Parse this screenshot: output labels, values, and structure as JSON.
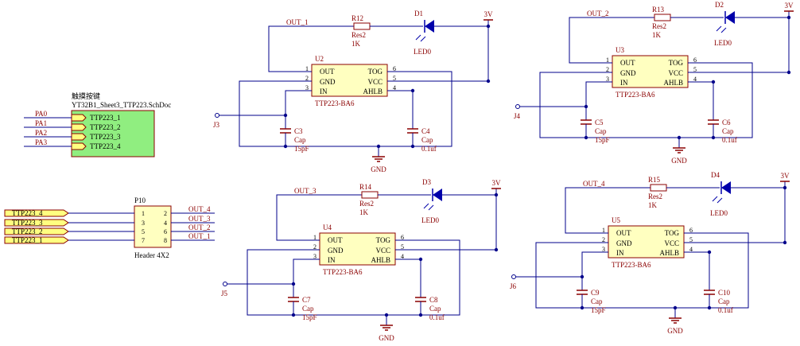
{
  "colors": {
    "wire": "#00008b",
    "component": "#8b0000",
    "label": "#8b0000",
    "chip_fill": "#ffffc0",
    "sheet_fill": "#90ee80",
    "port_fill": "#ffff80",
    "led_fill": "#0000aa",
    "gnd": "#8b0000"
  },
  "power_label": "3V",
  "gnd_label": "GND",
  "chip_part": "TTP223-BA6",
  "pin_names": {
    "out": "OUT",
    "gnd": "GND",
    "in": "IN",
    "tog": "TOG",
    "vcc": "VCC",
    "ahlb": "AHLB"
  },
  "pin_numbers": {
    "p1": "1",
    "p2": "2",
    "p3": "3",
    "p4": "4",
    "p5": "5",
    "p6": "6"
  },
  "blocks": [
    {
      "chip": "U2",
      "out_net": "OUT_1",
      "res": "R12",
      "res_type": "Res2",
      "res_val": "1K",
      "led": "D1",
      "led_type": "LED0",
      "cap_in": "C3",
      "cap_in_val": "15pF",
      "cap_pwr": "C4",
      "cap_pwr_val": "0.1uf",
      "cap_type": "Cap",
      "port": "J3",
      "gnd": true
    },
    {
      "chip": "U3",
      "out_net": "OUT_2",
      "res": "R13",
      "res_type": "Res2",
      "res_val": "1K",
      "led": "D2",
      "led_type": "LED0",
      "cap_in": "C5",
      "cap_in_val": "15pF",
      "cap_pwr": "C6",
      "cap_pwr_val": "0.1uf",
      "cap_type": "Cap",
      "port": "J4",
      "gnd": true
    },
    {
      "chip": "U4",
      "out_net": "OUT_3",
      "res": "R14",
      "res_type": "Res2",
      "res_val": "1K",
      "led": "D3",
      "led_type": "LED0",
      "cap_in": "C7",
      "cap_in_val": "15pF",
      "cap_pwr": "C8",
      "cap_pwr_val": "0.1uf",
      "cap_type": "Cap",
      "port": "J5",
      "gnd": true
    },
    {
      "chip": "U5",
      "out_net": "OUT_4",
      "res": "R15",
      "res_type": "Res2",
      "res_val": "1K",
      "led": "D4",
      "led_type": "LED0",
      "cap_in": "C9",
      "cap_in_val": "15pF",
      "cap_pwr": "C10",
      "cap_pwr_val": "0.1uf",
      "cap_type": "Cap",
      "port": "J6",
      "gnd": true
    }
  ],
  "sheet": {
    "title": "触摸按键",
    "file": "YT32B1_Sheet3_TTP223.SchDoc",
    "ports": [
      "TTP223_1",
      "TTP223_2",
      "TTP223_3",
      "TTP223_4"
    ],
    "nets": [
      "PA0",
      "PA1",
      "PA2",
      "PA3"
    ]
  },
  "header": {
    "designator": "P10",
    "type": "Header 4X2",
    "left_pins": [
      "1",
      "3",
      "5",
      "7"
    ],
    "right_pins": [
      "2",
      "4",
      "6",
      "8"
    ],
    "ports": [
      "TTP223_4",
      "TTP223_3",
      "TTP223_2",
      "TTP223_1"
    ],
    "out_nets": [
      "OUT_4",
      "OUT_3",
      "OUT_2",
      "OUT_1"
    ]
  }
}
